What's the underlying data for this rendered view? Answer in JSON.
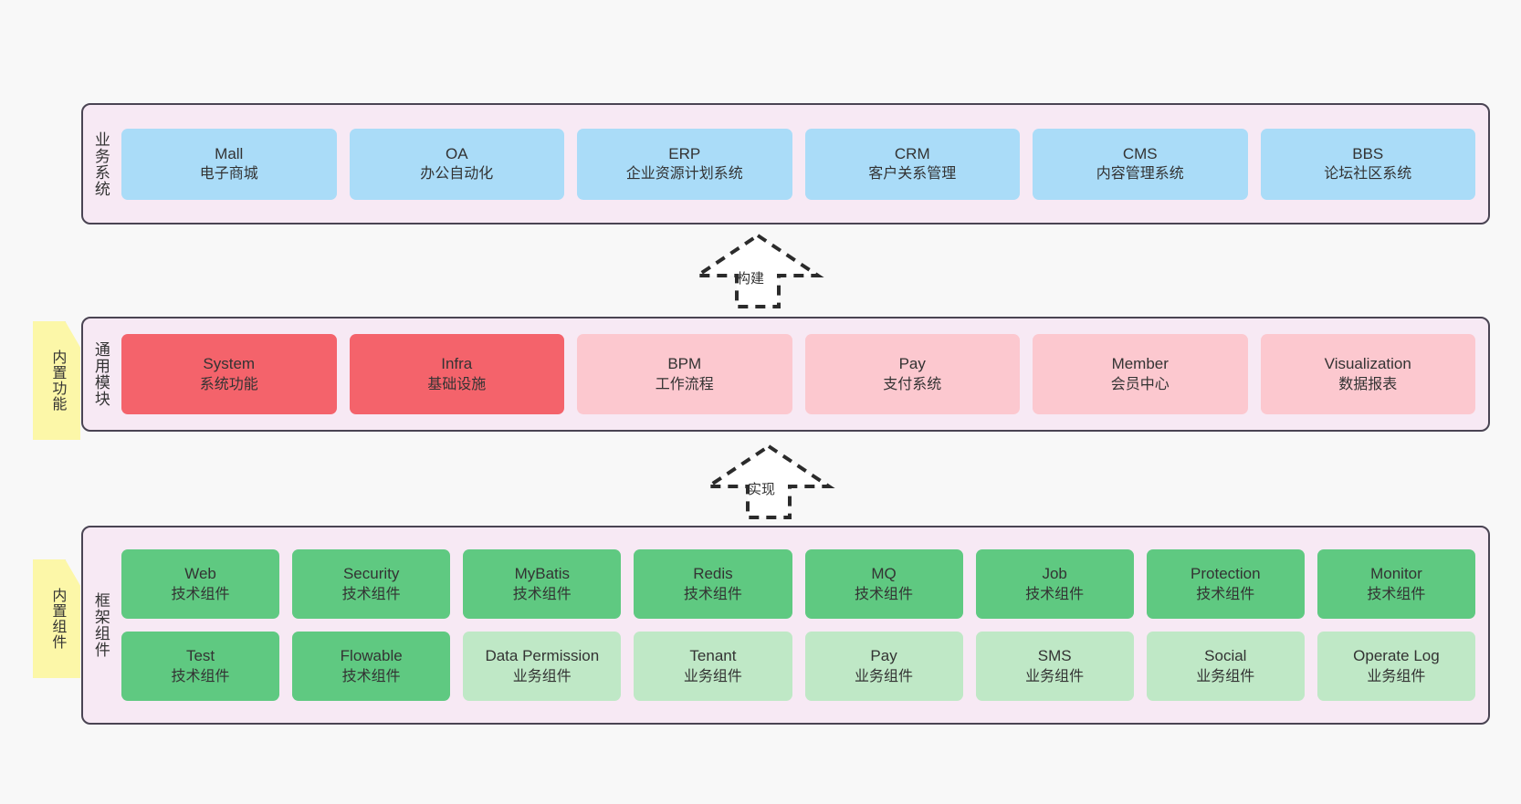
{
  "diagram": {
    "background": "#f8f8f8",
    "layer_fill": "#f7e9f4",
    "layer_stroke": "#4a4453",
    "note_fill": "#fcf7a8"
  },
  "notes": [
    {
      "text": "内置功能",
      "name": "note-builtin-features"
    },
    {
      "text": "内置组件",
      "name": "note-builtin-components"
    }
  ],
  "connectors": [
    {
      "label": "构建",
      "name": "connector-build"
    },
    {
      "label": "实现",
      "name": "connector-implement"
    }
  ],
  "layers": [
    {
      "id": "business-system",
      "title": "业务系统",
      "accent": "#aadcf8",
      "rows": [
        [
          {
            "en": "Mall",
            "cn": "电子商城",
            "style": "biz"
          },
          {
            "en": "OA",
            "cn": "办公自动化",
            "style": "biz"
          },
          {
            "en": "ERP",
            "cn": "企业资源计划系统",
            "style": "biz"
          },
          {
            "en": "CRM",
            "cn": "客户关系管理",
            "style": "biz"
          },
          {
            "en": "CMS",
            "cn": "内容管理系统",
            "style": "biz"
          },
          {
            "en": "BBS",
            "cn": "论坛社区系统",
            "style": "biz"
          }
        ]
      ]
    },
    {
      "id": "common-module",
      "title": "通用模块",
      "accent": "#f4636b",
      "rows": [
        [
          {
            "en": "System",
            "cn": "系统功能",
            "style": "mod-on"
          },
          {
            "en": "Infra",
            "cn": "基础设施",
            "style": "mod-on"
          },
          {
            "en": "BPM",
            "cn": "工作流程",
            "style": "mod-off"
          },
          {
            "en": "Pay",
            "cn": "支付系统",
            "style": "mod-off"
          },
          {
            "en": "Member",
            "cn": "会员中心",
            "style": "mod-off"
          },
          {
            "en": "Visualization",
            "cn": "数据报表",
            "style": "mod-off"
          }
        ]
      ]
    },
    {
      "id": "framework-component",
      "title": "框架组件",
      "accent": "#5fc981",
      "rows": [
        [
          {
            "en": "Web",
            "cn": "技术组件",
            "style": "tech"
          },
          {
            "en": "Security",
            "cn": "技术组件",
            "style": "tech"
          },
          {
            "en": "MyBatis",
            "cn": "技术组件",
            "style": "tech"
          },
          {
            "en": "Redis",
            "cn": "技术组件",
            "style": "tech"
          },
          {
            "en": "MQ",
            "cn": "技术组件",
            "style": "tech"
          },
          {
            "en": "Job",
            "cn": "技术组件",
            "style": "tech"
          },
          {
            "en": "Protection",
            "cn": "技术组件",
            "style": "tech"
          },
          {
            "en": "Monitor",
            "cn": "技术组件",
            "style": "tech"
          }
        ],
        [
          {
            "en": "Test",
            "cn": "技术组件",
            "style": "tech"
          },
          {
            "en": "Flowable",
            "cn": "技术组件",
            "style": "tech"
          },
          {
            "en": "Data Permission",
            "cn": "业务组件",
            "style": "comp"
          },
          {
            "en": "Tenant",
            "cn": "业务组件",
            "style": "comp"
          },
          {
            "en": "Pay",
            "cn": "业务组件",
            "style": "comp"
          },
          {
            "en": "SMS",
            "cn": "业务组件",
            "style": "comp"
          },
          {
            "en": "Social",
            "cn": "业务组件",
            "style": "comp"
          },
          {
            "en": "Operate Log",
            "cn": "业务组件",
            "style": "comp"
          }
        ]
      ]
    }
  ]
}
